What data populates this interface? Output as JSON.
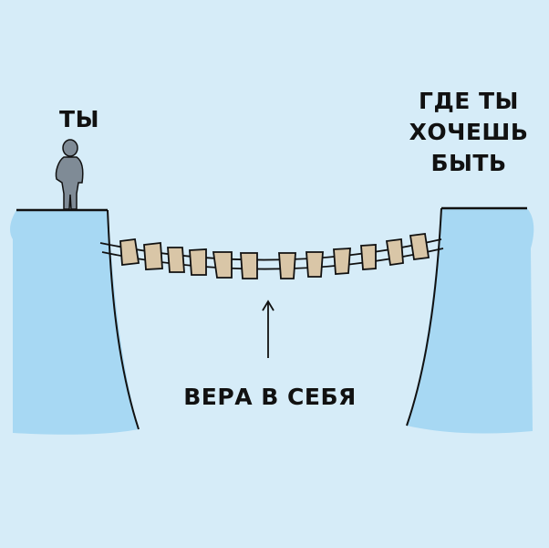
{
  "labels": {
    "you": "ТЫ",
    "goal": "ГДЕ ТЫ\nХОЧЕШЬ\nБЫТЬ",
    "faith": "ВЕРА В СЕБЯ"
  },
  "colors": {
    "background": "#d6ecf8",
    "cliff": "#a7d8f3",
    "plank": "#d9c6a7",
    "figure": "#7f8b96",
    "ink": "#111111"
  }
}
